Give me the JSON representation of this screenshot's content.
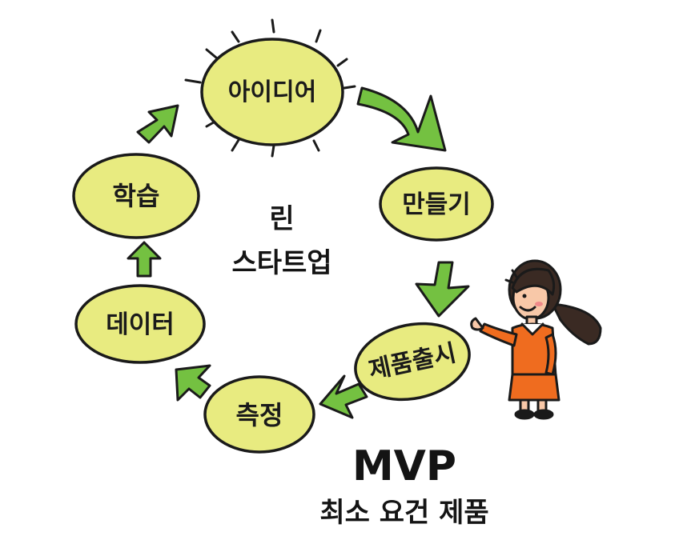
{
  "nodes": [
    {
      "id": "idea",
      "label": "아이디어"
    },
    {
      "id": "build",
      "label": "만들기"
    },
    {
      "id": "release",
      "label": "제품출시"
    },
    {
      "id": "measure",
      "label": "측정"
    },
    {
      "id": "data",
      "label": "데이터"
    },
    {
      "id": "learn",
      "label": "학습"
    }
  ],
  "center": {
    "line1": "린",
    "line2": "스타트업"
  },
  "mvp": {
    "title": "MVP",
    "subtitle": "최소 요건 제품"
  },
  "colors": {
    "bubble": "#e8eb80",
    "outline": "#1a1a1a",
    "arrow": "#74c141",
    "character_shirt": "#ef6c1f",
    "character_hair": "#3a2a23",
    "character_skin": "#f8c8a8"
  }
}
